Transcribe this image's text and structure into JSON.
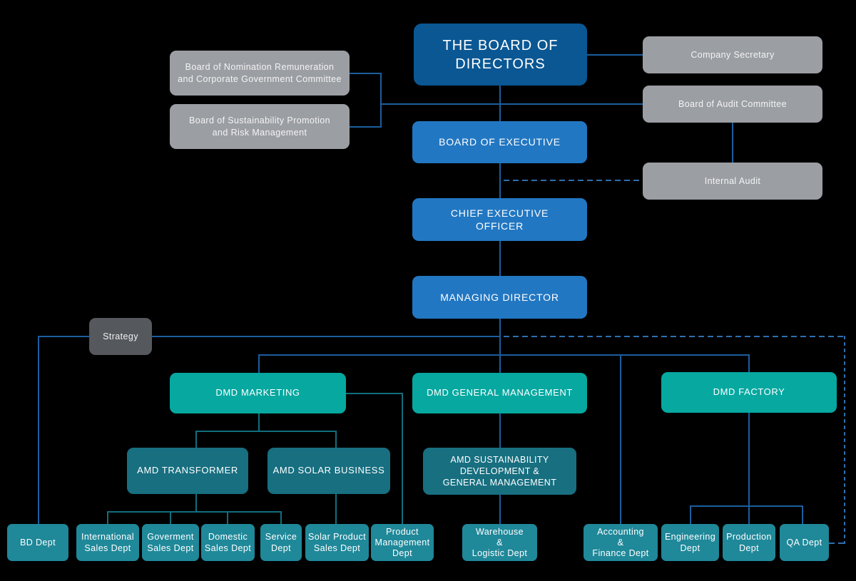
{
  "colors": {
    "background": "#000000",
    "board_dark_blue": "#0A5793",
    "executive_blue": "#2277C2",
    "committee_gray": "#9B9EA3",
    "strategy_dark_gray": "#55585C",
    "dmd_teal": "#06A8A0",
    "amd_dark_teal": "#176F80",
    "dept_teal": "#1F8899",
    "line_blue": "#1B5E9E",
    "line_teal": "#116E7E",
    "line_dashed_blue": "#2E6FAD"
  },
  "nodes": {
    "board_of_directors": {
      "label": "THE BOARD OF\nDIRECTORS"
    },
    "nomination_committee": {
      "label": "Board of Nomination Remuneration\nand Corporate Government Committee"
    },
    "sustainability_committee": {
      "label": "Board of Sustainability Promotion\nand Risk Management"
    },
    "company_secretary": {
      "label": "Company Secretary"
    },
    "audit_committee": {
      "label": "Board of Audit Committee"
    },
    "internal_audit": {
      "label": "Internal Audit"
    },
    "board_of_executive": {
      "label": "BOARD OF EXECUTIVE"
    },
    "chief_executive_officer": {
      "label": "CHIEF EXECUTIVE\nOFFICER"
    },
    "managing_director": {
      "label": "MANAGING DIRECTOR"
    },
    "strategy": {
      "label": "Strategy"
    },
    "dmd_marketing": {
      "label": "DMD MARKETING"
    },
    "dmd_general_management": {
      "label": "DMD GENERAL MANAGEMENT"
    },
    "dmd_factory": {
      "label": "DMD FACTORY"
    },
    "amd_transformer": {
      "label": "AMD TRANSFORMER"
    },
    "amd_solar_business": {
      "label": "AMD SOLAR BUSINESS"
    },
    "amd_sustainability": {
      "label": "AMD SUSTAINABILITY\nDEVELOPMENT &\nGENERAL MANAGEMENT"
    },
    "bd_dept": {
      "label": "BD Dept"
    },
    "international_sales_dept": {
      "label": "International\nSales Dept"
    },
    "goverment_sales_dept": {
      "label": "Goverment\nSales Dept"
    },
    "domestic_sales_dept": {
      "label": "Domestic\nSales Dept"
    },
    "service_dept": {
      "label": "Service\nDept"
    },
    "solar_product_sales_dept": {
      "label": "Solar Product\nSales Dept"
    },
    "product_management_dept": {
      "label": "Product\nManagement\nDept"
    },
    "warehouse_logistic_dept": {
      "label": "Warehouse\n&\nLogistic Dept"
    },
    "accounting_finance_dept": {
      "label": "Accounting\n&\nFinance Dept"
    },
    "engineering_dept": {
      "label": "Engineering\nDept"
    },
    "production_dept": {
      "label": "Production\nDept"
    },
    "qa_dept": {
      "label": "QA Dept"
    }
  }
}
